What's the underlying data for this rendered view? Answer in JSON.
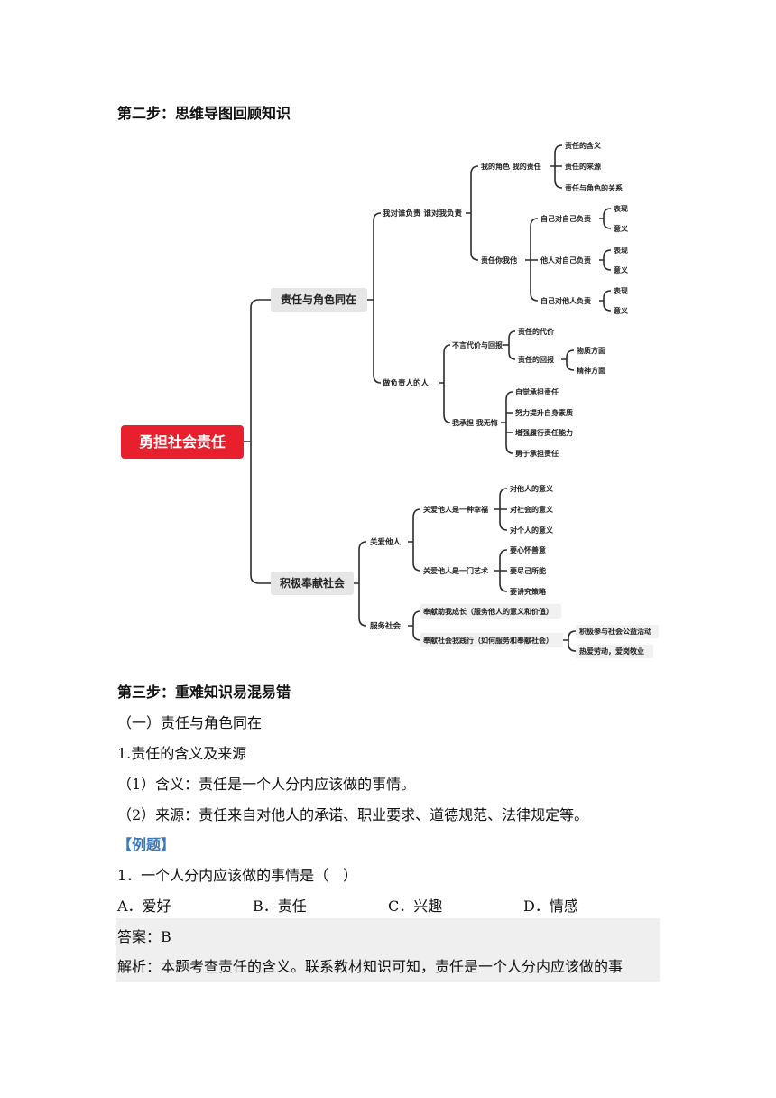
{
  "step2_heading": "第二步：思维导图回顾知识",
  "mindmap": {
    "root": "勇担社会责任",
    "b1": {
      "label": "责任与角色同在",
      "c1": {
        "label": "我对谁负责 谁对我负责",
        "d1": {
          "label": "我的角色 我的责任",
          "leaves": [
            "责任的含义",
            "责任的来源",
            "责任与角色的关系"
          ]
        },
        "d2": {
          "label": "责任你我他",
          "e1": {
            "label": "自己对自己负责",
            "leaves": [
              "表现",
              "意义"
            ]
          },
          "e2": {
            "label": "他人对自己负责",
            "leaves": [
              "表现",
              "意义"
            ]
          },
          "e3": {
            "label": "自己对他人负责",
            "leaves": [
              "表现",
              "意义"
            ]
          }
        }
      },
      "c2": {
        "label": "做负责人的人",
        "d1": {
          "label": "不言代价与回报",
          "e1": "责任的代价",
          "e2": {
            "label": "责任的回报",
            "leaves": [
              "物质方面",
              "精神方面"
            ]
          }
        },
        "d2": {
          "label": "我承担 我无悔",
          "leaves": [
            "自觉承担责任",
            "努力提升自身素质",
            "增强履行责任能力",
            "勇于承担责任"
          ]
        }
      }
    },
    "b2": {
      "label": "积极奉献社会",
      "c1": {
        "label": "关爱他人",
        "d1": {
          "label": "关爱他人是一种幸福",
          "leaves": [
            "对他人的意义",
            "对社会的意义",
            "对个人的意义"
          ]
        },
        "d2": {
          "label": "关爱他人是一门艺术",
          "leaves": [
            "要心怀善意",
            "要尽己所能",
            "要讲究策略"
          ]
        }
      },
      "c2": {
        "label": "服务社会",
        "d1": "奉献助我成长（服务他人的意义和价值）",
        "d2": {
          "label": "奉献社会我践行（如何服务和奉献社会）",
          "leaves": [
            "积极参与社会公益活动",
            "热爱劳动，爱岗敬业"
          ]
        }
      }
    }
  },
  "step3_heading": "第三步：重难知识易混易错",
  "section1": "（一）责任与角色同在",
  "point1": "1.责任的含义及来源",
  "def1": "（1）含义：责任是一个人分内应该做的事情。",
  "def2": "（2）来源：责任来自对他人的承诺、职业要求、道德规范、法律规定等。",
  "example_label": "【例题】",
  "question": "1．一个人分内应该做的事情是（　）",
  "options": [
    "A．爱好",
    "B．责任",
    "C．兴趣",
    "D．情感"
  ],
  "answer": "答案：B",
  "analysis": "解析：本题考查责任的含义。联系教材知识可知，责任是一个人分内应该做的事"
}
